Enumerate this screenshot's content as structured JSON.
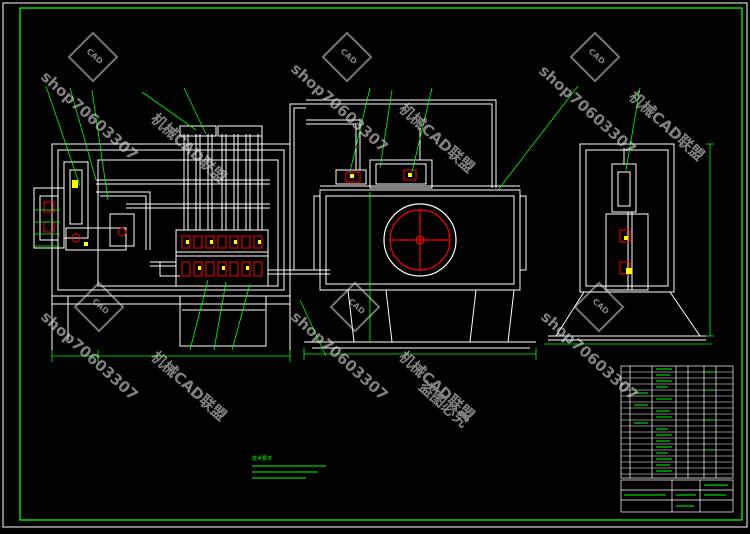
{
  "drawing": {
    "watermark_text": "shop70603307",
    "watermark_brand": "机械CAD联盟",
    "watermark_tagline": "盗图必究",
    "logo_text": "CAD",
    "notes_heading": "技术要求",
    "title_block_name": "",
    "colors": {
      "background": "#000000",
      "frame": "#ffffff",
      "outline": "#ffffff",
      "leader": "#00ff00",
      "dimension": "#00ff00",
      "valve": "#ff0000",
      "accent_yellow": "#ffff00",
      "centerline": "#ff0000",
      "watermark": "#d8d8d8"
    }
  }
}
